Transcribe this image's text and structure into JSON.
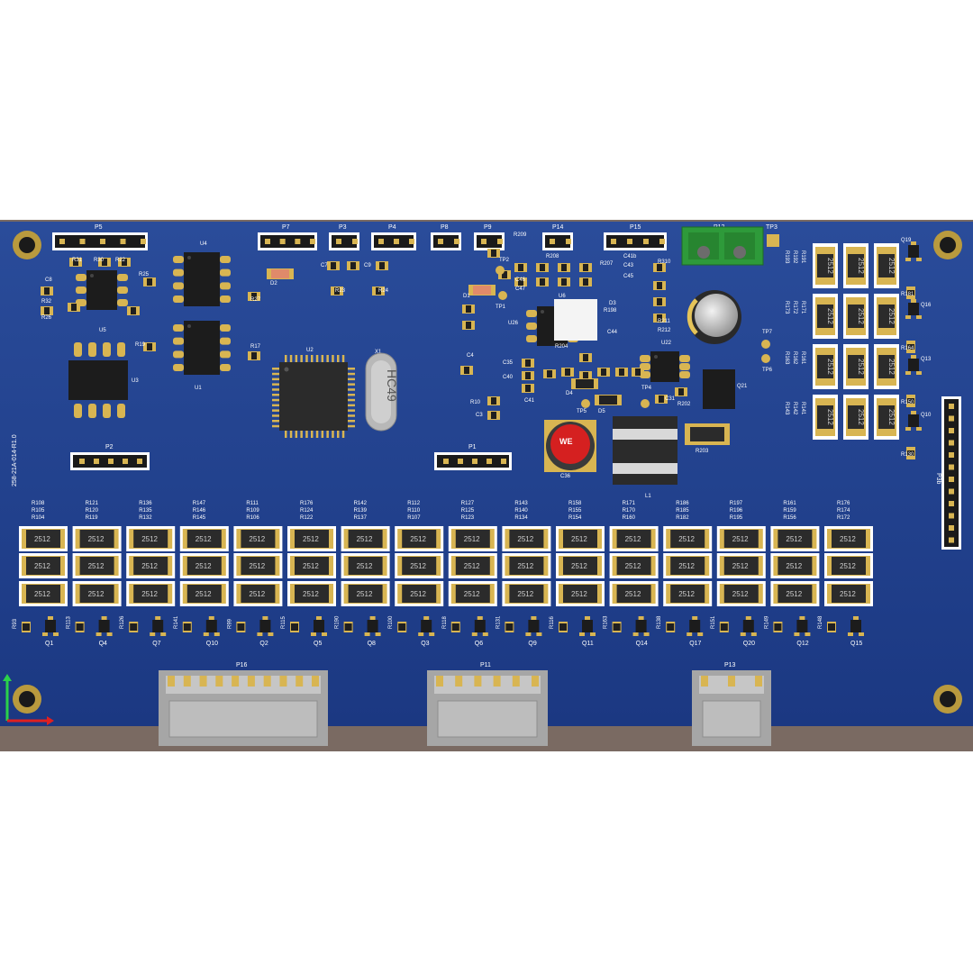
{
  "board": {
    "revision": "258-21A-014-R1.0",
    "colors": {
      "solder_mask": "#1f3e8c",
      "substrate": "#7a6a62",
      "gold": "#d8b552",
      "silkscreen": "#ffffff",
      "chip": "#1c1c1c"
    },
    "labels": {
      "top_headers": [
        "P5",
        "P7",
        "P3",
        "P4",
        "P8",
        "P9",
        "P14",
        "P15",
        "P12",
        "TP3"
      ],
      "left_parts": [
        "R31",
        "R30",
        "R22",
        "C8",
        "R32",
        "R26",
        "U5",
        "R25",
        "R27",
        "U4",
        "U1",
        "R17",
        "R19",
        "U3"
      ],
      "center_parts": [
        "D2",
        "C7",
        "C9",
        "R23",
        "R24",
        "U2",
        "X1",
        "C4",
        "R10",
        "C3",
        "D1",
        "TP2",
        "TP1",
        "R209",
        "R208",
        "C46",
        "C47",
        "U26",
        "U6",
        "C35",
        "C40",
        "C41",
        "R204",
        "C44",
        "R198",
        "R207",
        "C41b",
        "C43",
        "C45",
        "R310",
        "R211",
        "R212",
        "D3",
        "D4",
        "D5",
        "TP5",
        "TP4",
        "C31",
        "R202",
        "U22",
        "Q21",
        "R203",
        "L1",
        "C36",
        "TP7",
        "TP6"
      ],
      "crystal": "HC49",
      "bottom_headers": [
        "P2",
        "P1",
        "P3b"
      ],
      "right_parts": [
        "R193",
        "R192",
        "R191",
        "R173",
        "R172",
        "R171",
        "R163",
        "R162",
        "R161",
        "R143",
        "R142",
        "R141",
        "Q19",
        "R181",
        "Q16",
        "R164",
        "Q13",
        "R150",
        "Q10",
        "R130"
      ],
      "resistor_groups": [
        [
          "R108",
          "R105",
          "R104"
        ],
        [
          "R121",
          "R120",
          "R119"
        ],
        [
          "R136",
          "R135",
          "R132"
        ],
        [
          "R147",
          "R146",
          "R145"
        ],
        [
          "R111",
          "R109",
          "R106"
        ],
        [
          "R176",
          "R124",
          "R122"
        ],
        [
          "R142",
          "R139",
          "R137"
        ],
        [
          "R112",
          "R110",
          "R107"
        ],
        [
          "R127",
          "R125",
          "R123"
        ],
        [
          "R143",
          "R140",
          "R134"
        ],
        [
          "R158",
          "R155",
          "R154"
        ],
        [
          "R171",
          "R170",
          "R160"
        ],
        [
          "R186",
          "R185",
          "R182"
        ],
        [
          "R197",
          "R196",
          "R195"
        ],
        [
          "R161",
          "R159",
          "R156"
        ],
        [
          "R176",
          "R174",
          "R172"
        ]
      ],
      "resistor_package": "2512",
      "transistors": [
        "Q1",
        "Q4",
        "Q7",
        "Q10",
        "Q2",
        "Q5",
        "Q8",
        "Q3",
        "Q6",
        "Q9",
        "Q11",
        "Q14",
        "Q17",
        "Q20",
        "Q12",
        "Q15"
      ],
      "transistor_resistors": [
        "R93",
        "R113",
        "R126",
        "R141",
        "R99",
        "R115",
        "R190",
        "R100",
        "R118",
        "R131",
        "R116",
        "R163",
        "R138",
        "R151",
        "R149",
        "R148"
      ],
      "connectors": [
        "P16",
        "P11",
        "P13"
      ]
    }
  }
}
